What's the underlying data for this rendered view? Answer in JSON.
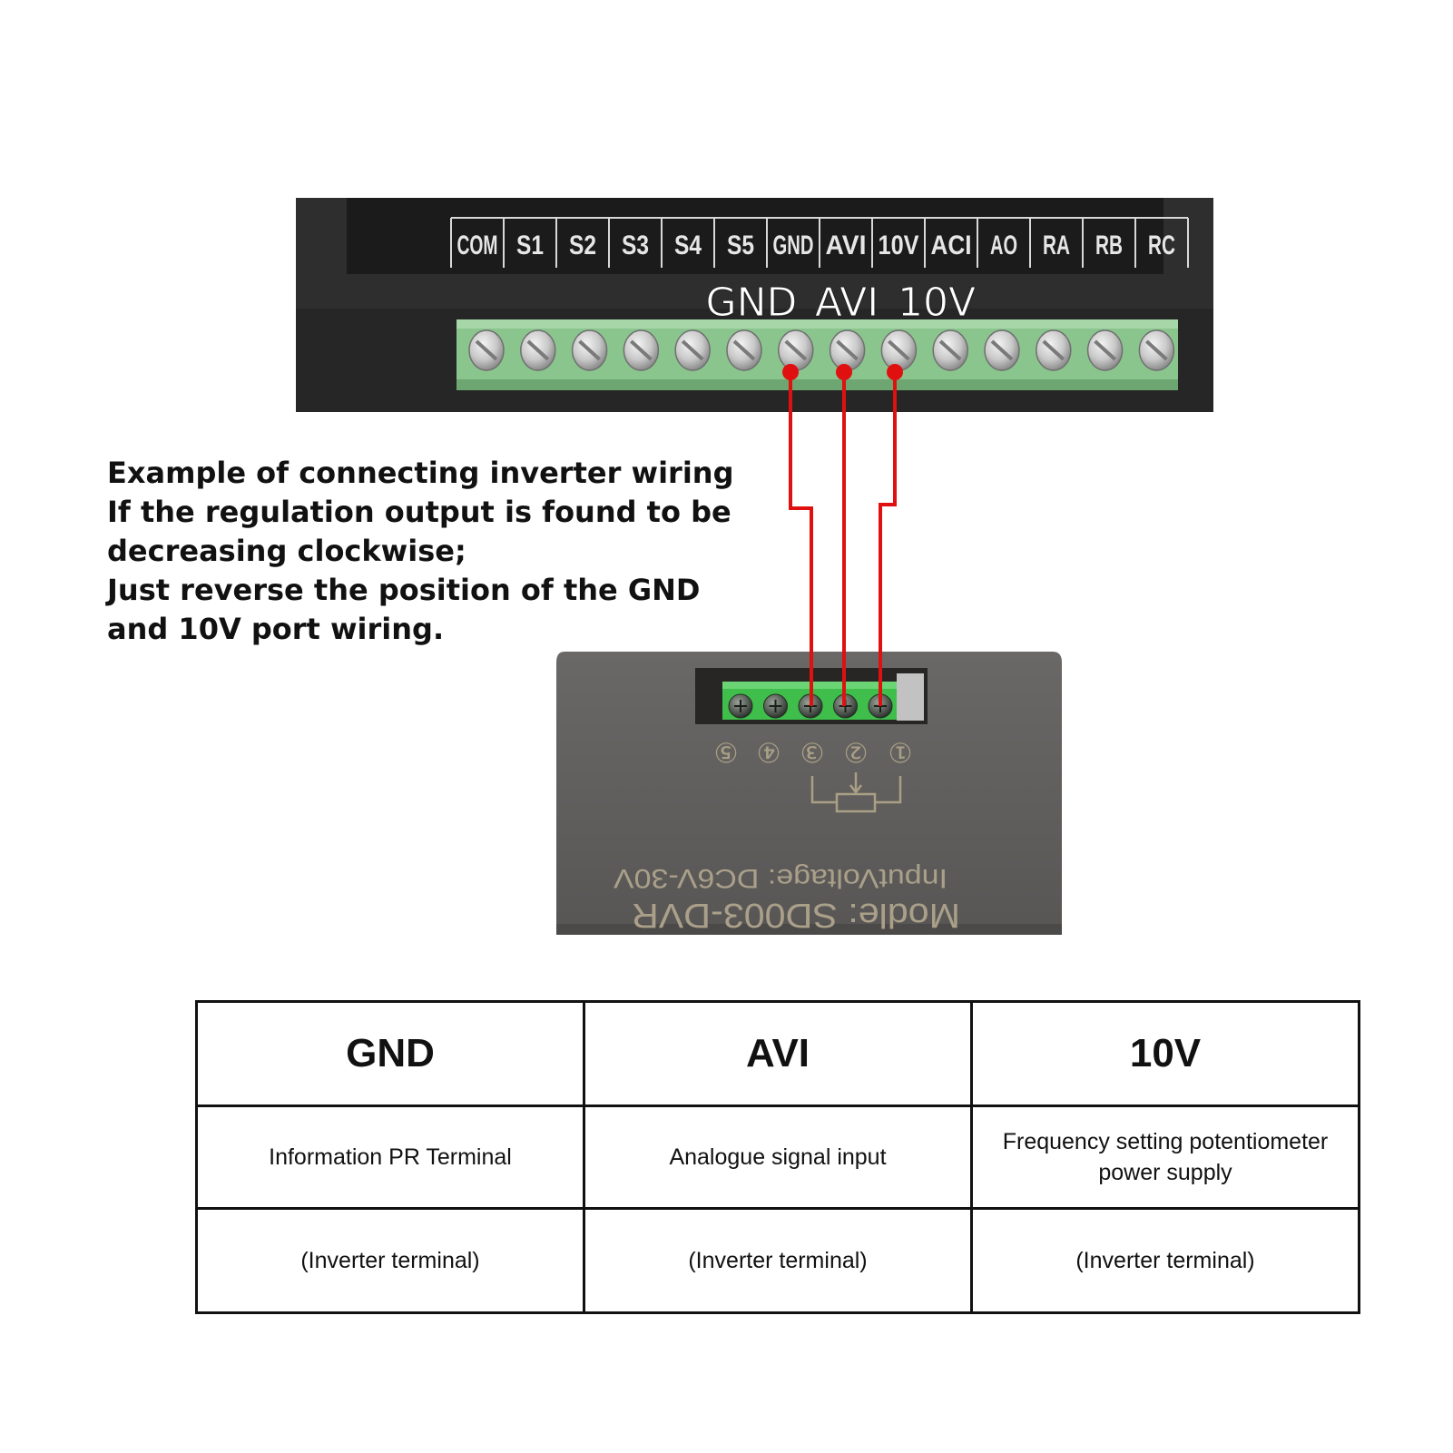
{
  "inverter": {
    "terminal_labels": [
      "COM",
      "S1",
      "S2",
      "S3",
      "S4",
      "S5",
      "GND",
      "AVI",
      "10V",
      "ACI",
      "AO",
      "RA",
      "RB",
      "RC"
    ],
    "callout_labels": [
      "GND",
      "AVI",
      "10V"
    ]
  },
  "module": {
    "pin_numbers": [
      "⑤",
      "④",
      "③",
      "②",
      "①"
    ],
    "model_text": "Modle: SD003-DVR",
    "voltage_text": "InputVoltage: DC6V-30V"
  },
  "instructions": {
    "lines": [
      "Example of connecting inverter wiring",
      "If the regulation output is found to be",
      "decreasing clockwise;",
      "Just reverse the position of the GND",
      "and 10V port wiring."
    ]
  },
  "table": {
    "headers": [
      "GND",
      "AVI",
      "10V"
    ],
    "descriptions": [
      "Information PR Terminal",
      "Analogue signal input",
      "Frequency setting potentiometer power supply"
    ],
    "notes": [
      "(Inverter terminal)",
      "(Inverter terminal)",
      "(Inverter terminal)"
    ]
  },
  "colors": {
    "wire": "#e01010",
    "terminal_block": "#8bc58e",
    "inverter_body": "#2e2e2e",
    "module_body": "#5f5d5c"
  }
}
